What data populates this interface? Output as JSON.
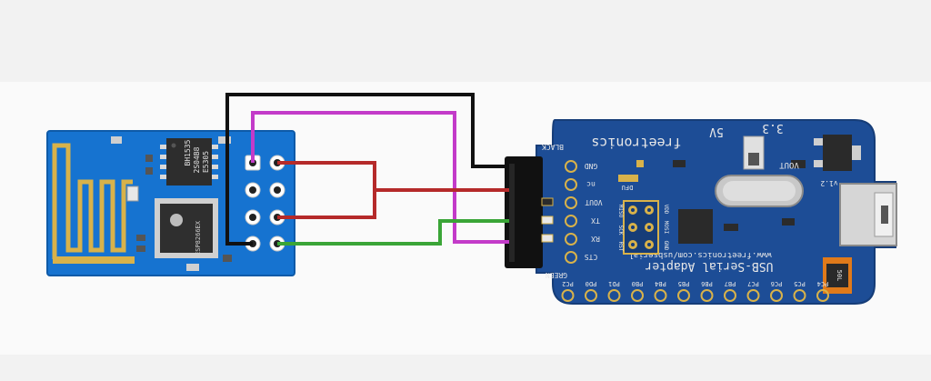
{
  "esp_module": {
    "chip_label": "ESP8266EX",
    "flash_labels": [
      "BH1535",
      "2S04B8",
      "E5305"
    ]
  },
  "adapter": {
    "brand": "freetronics",
    "url": "www.freetronics.com/usbserial",
    "product": "USB-Serial Adapter",
    "version": "v1.2",
    "crystal_label": "",
    "switch_labels": [
      "3.3",
      "5V"
    ],
    "vout_label": "VOUT",
    "dfu_label": "DFU",
    "header_labels": [
      "BLACK",
      "GND",
      "nc",
      "VOUT",
      "TX",
      "RX",
      "CTS",
      "GREEN"
    ],
    "icsp_labels": [
      "MISO",
      "SCK",
      "RST",
      "VDD",
      "MOSI",
      "GND"
    ],
    "bottom_pins": [
      "PC4",
      "PC5",
      "PC6",
      "PC7",
      "PB7",
      "PB6",
      "PB5",
      "PB4",
      "PB0",
      "PD1",
      "PD0",
      "PC2"
    ],
    "fuse_label": "50L"
  },
  "wires": [
    {
      "name": "black-wire",
      "color": "#111111"
    },
    {
      "name": "magenta-wire",
      "color": "#c33bc9"
    },
    {
      "name": "red-wire",
      "color": "#b52a2a"
    },
    {
      "name": "green-wire",
      "color": "#3aa537"
    }
  ],
  "colors": {
    "esp_pcb": "#1673d0",
    "adapter_pcb": "#1d4d96",
    "gold": "#d8b24a",
    "chip": "#333333"
  }
}
